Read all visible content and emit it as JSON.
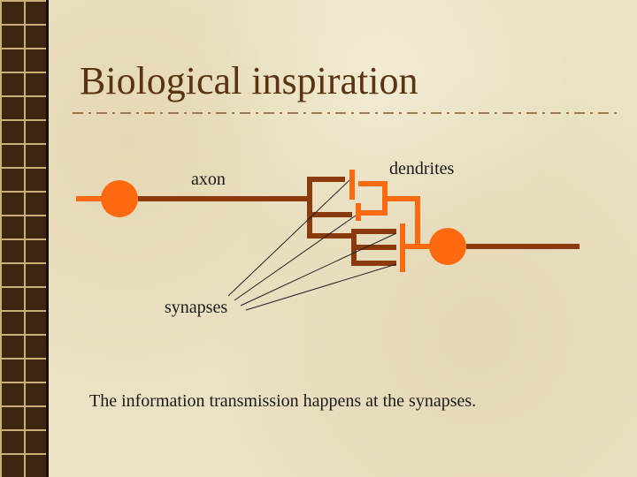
{
  "slide": {
    "title": "Biological inspiration",
    "caption": "The information transmission happens at the synapses."
  },
  "diagram": {
    "labels": {
      "axon": "axon",
      "dendrites": "dendrites",
      "synapses": "synapses"
    }
  },
  "colors": {
    "title": "#5a3311",
    "axon_brown": "#8b3a0e",
    "dendrite_orange": "#ff6a10",
    "strip_dark": "#3e2512",
    "background": "#ebe1c3"
  }
}
